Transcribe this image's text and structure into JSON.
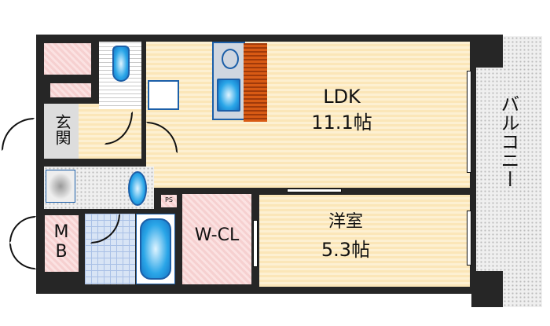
{
  "rooms": {
    "ldk": {
      "name": "LDK",
      "size": "11.1帖"
    },
    "western": {
      "name": "洋室",
      "size": "5.3帖"
    },
    "balcony": "バルコニー",
    "entrance": "玄関",
    "wcl": "W-CL",
    "mb": "MB",
    "ps": "PS"
  },
  "colors": {
    "wall": "#262626",
    "floor": "#fbe6b8",
    "storage": "#f6d0d0",
    "fixture": "#2aa6e8"
  }
}
